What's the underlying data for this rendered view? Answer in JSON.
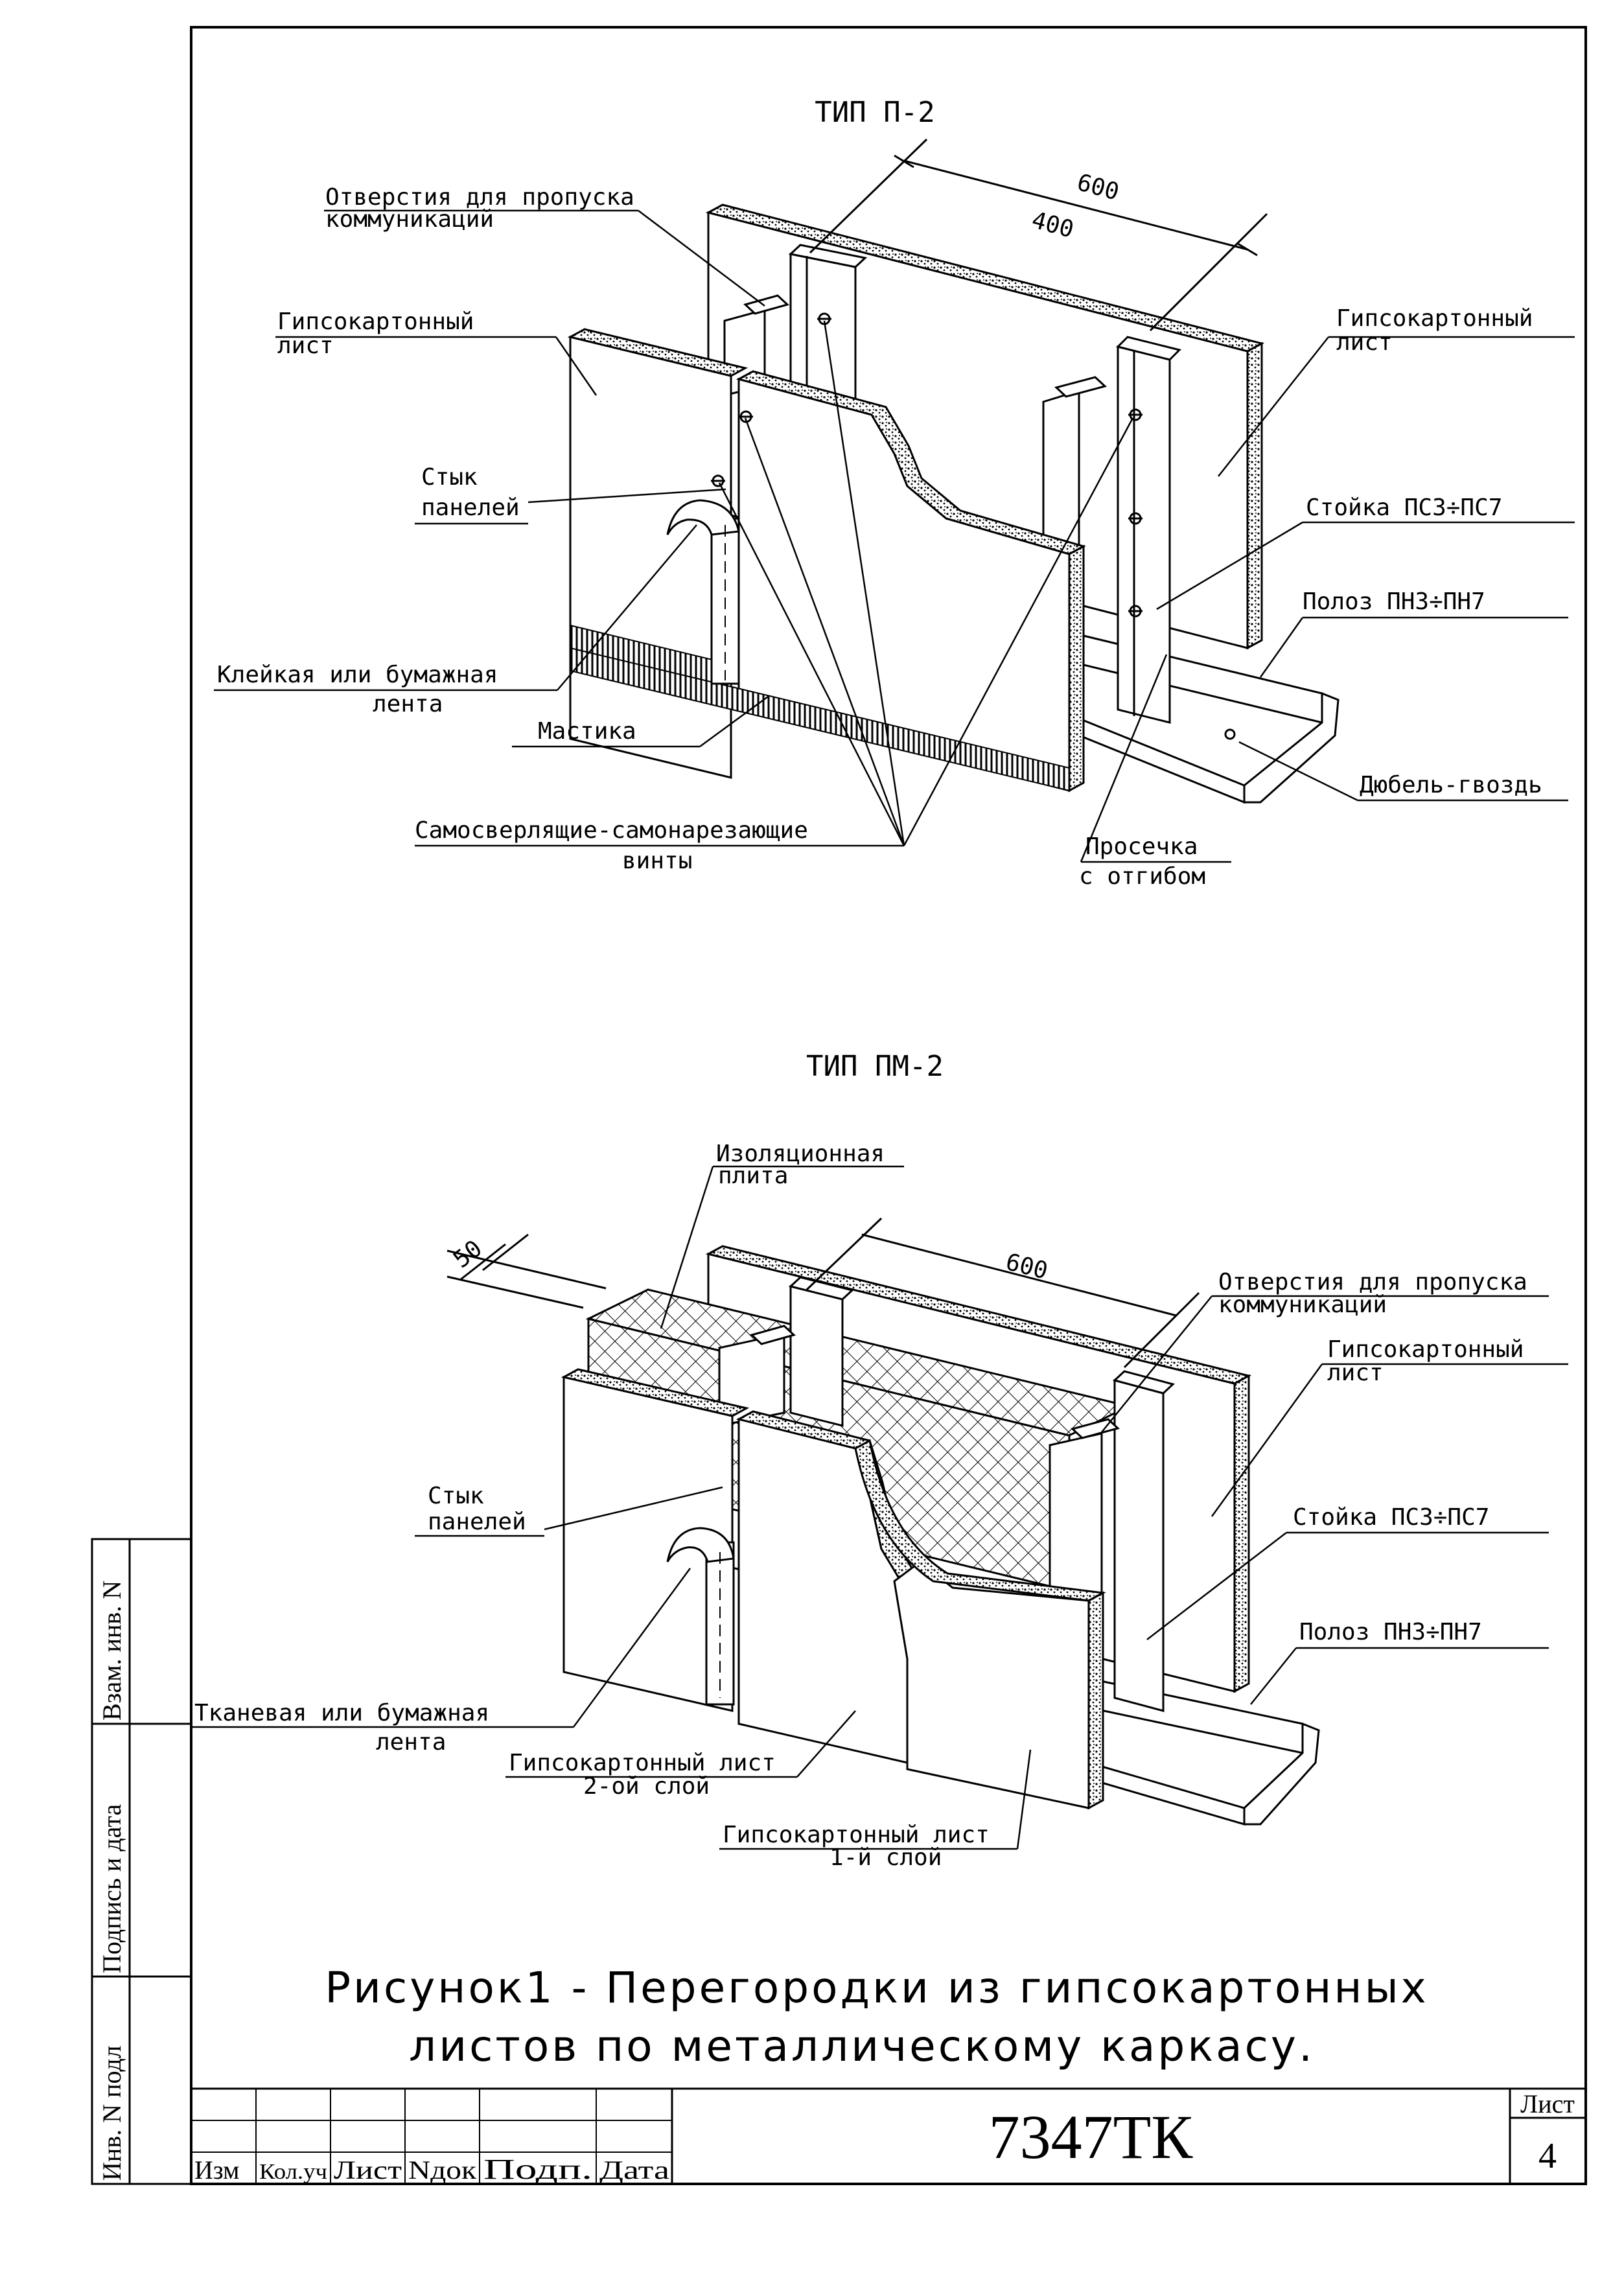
{
  "diagram_top": {
    "title": "ТИП П-2",
    "dim_600": "600",
    "dim_400": "400",
    "label_openings_1": "Отверстия для пропуска",
    "label_openings_2": "коммуникаций",
    "label_gkl_left_1": "Гипсокартонный",
    "label_gkl_left_2": "лист",
    "label_gkl_right_1": "Гипсокартонный",
    "label_gkl_right_2": "лист",
    "label_joint_1": "Стык",
    "label_joint_2": "панелей",
    "label_stud": "Стойка ПС3÷ПС7",
    "label_strip": "Полоз ПН3÷ПН7",
    "label_tape_1": "Клейкая или бумажная",
    "label_tape_2": "лента",
    "label_mastic": "Мастика",
    "label_dowel": "Дюбель-гвоздь",
    "label_screws_1": "Самосверлящие-самонарезающие",
    "label_screws_2": "винты",
    "label_notch_1": "Просечка",
    "label_notch_2": "с отгибом"
  },
  "diagram_bottom": {
    "title": "ТИП ПМ-2",
    "dim_600": "600",
    "dim_50": "50",
    "label_insulation_1": "Изоляционная",
    "label_insulation_2": "плита",
    "label_openings_1": "Отверстия для пропуска",
    "label_openings_2": "коммуникаций",
    "label_gkl_right_1": "Гипсокартонный",
    "label_gkl_right_2": "лист",
    "label_joint_1": "Стык",
    "label_joint_2": "панелей",
    "label_stud": "Стойка ПС3÷ПС7",
    "label_strip": "Полоз ПН3÷ПН7",
    "label_tape_1": "Тканевая или бумажная",
    "label_tape_2": "лента",
    "label_layer2_1": "Гипсокартонный лист",
    "label_layer2_2": "2-ой слой",
    "label_layer1_1": "Гипсокартонный лист",
    "label_layer1_2": "1-й слой"
  },
  "caption_1": "Рисунок1 - Перегородки из гипсокартонных",
  "caption_2": "листов по металлическому каркасу.",
  "stamp": {
    "side_1": "Инв. N подл",
    "side_2": "Подпись и дата",
    "side_3": "Взам. инв. N",
    "col_izm": "Изм",
    "col_kolvo": "Кол.уч",
    "col_list": "Лист",
    "col_ndok": "Nдок",
    "col_podp": "Подп.",
    "col_data": "Дата",
    "doc_code": "7347ТК",
    "sheet_label": "Лист",
    "sheet_number": "4"
  }
}
